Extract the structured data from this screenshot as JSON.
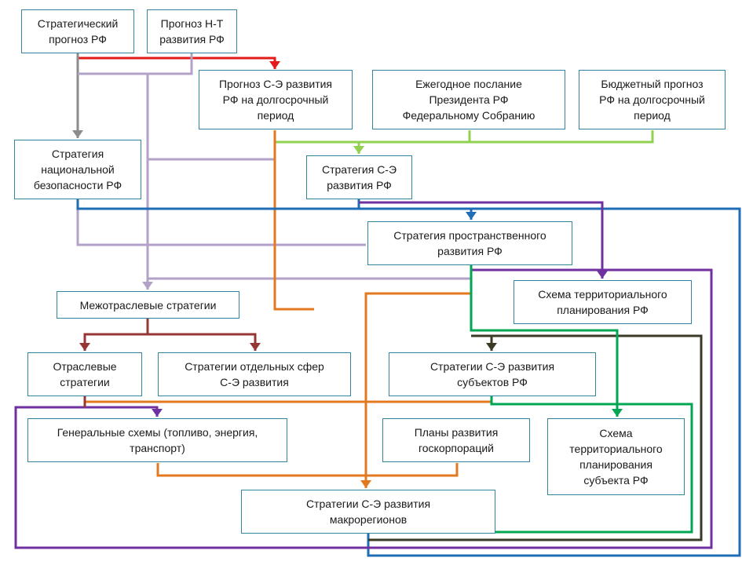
{
  "nodes": {
    "strategic_forecast": "Стратегический\nпрогноз РФ",
    "nt_forecast": "Прогноз Н-Т\nразвития РФ",
    "se_forecast": "Прогноз С-Э развития\nРФ на долгосрочный\nпериод",
    "president_address": "Ежегодное послание\nПрезидента РФ\nФедеральному Собранию",
    "budget_forecast": "Бюджетный прогноз\nРФ на долгосрочный\nпериод",
    "national_security": "Стратегия\nнациональной\nбезопасности РФ",
    "se_strategy": "Стратегия С-Э\nразвития РФ",
    "spatial_strategy": "Стратегия пространственного\nразвития РФ",
    "territorial_scheme": "Схема территориального\nпланирования  РФ",
    "intersectoral": "Межотраслевые стратегии",
    "sectoral": "Отраслевые\nстратегии",
    "spheres": "Стратегии отдельных сфер\nС-Э развития",
    "regional_se": "Стратегии С-Э развития\nсубъектов РФ",
    "general_schemes": "Генеральные схемы (топливо, энергия,\nтранспорт)",
    "state_corp_plans": "Планы развития\nгоскорпораций",
    "subject_territorial": "Схема\nтерриториального\nпланирования\nсубъекта РФ",
    "macroregions": "Стратегии С-Э развития\nмакрорегионов"
  },
  "colors": {
    "box_border": "#31859c",
    "red": "#e31b1b",
    "gray": "#8c8c8c",
    "lilac": "#b3a2c7",
    "orange": "#e3791f",
    "light_green": "#92d050",
    "blue": "#1f6eb5",
    "purple": "#7030a0",
    "brown": "#953735",
    "dark": "#3b3a26",
    "green": "#00a651"
  }
}
